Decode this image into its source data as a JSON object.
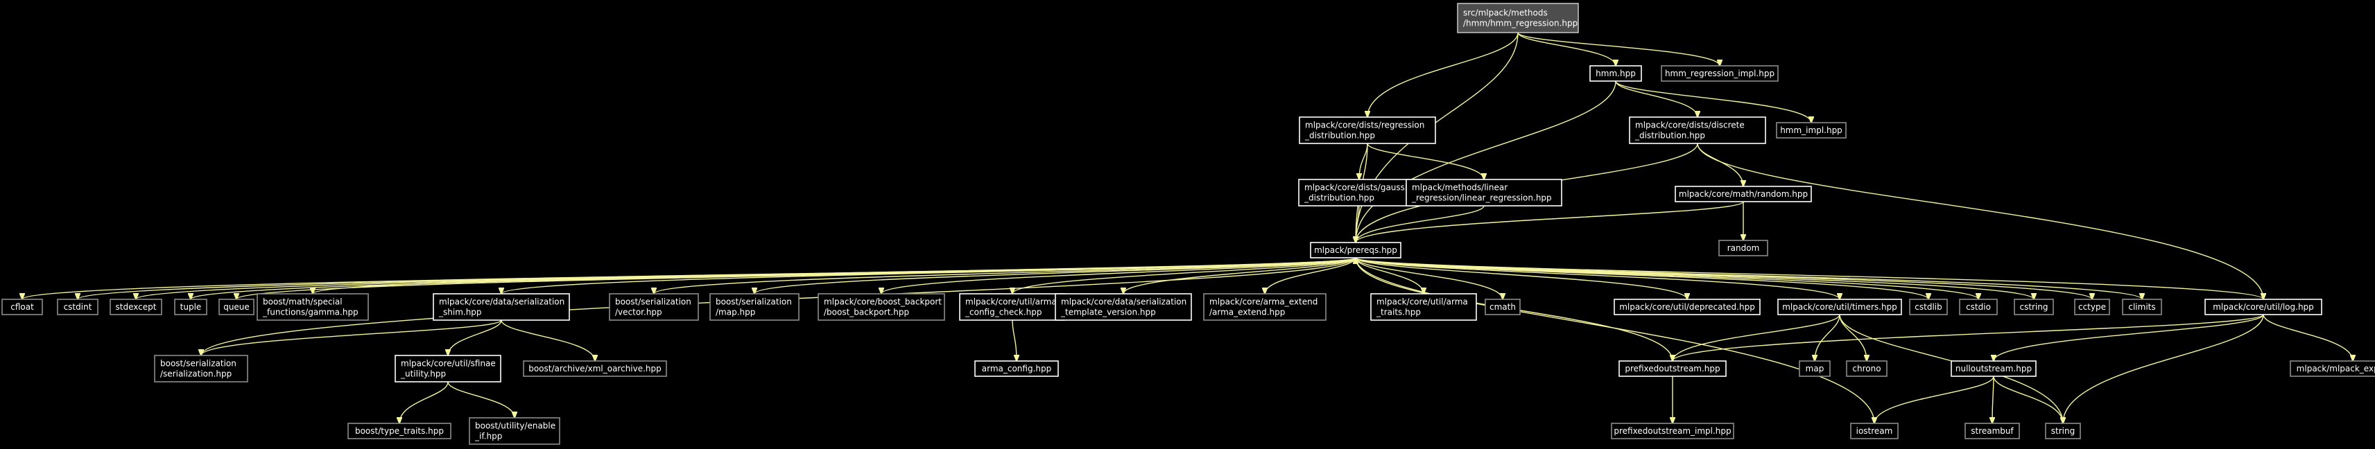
{
  "colors": {
    "background": "#000000",
    "edge": "#f5f5a0",
    "node_border": "#ffffff",
    "node_border_external": "#8c8c8c",
    "root_fill": "#4d4d4d"
  },
  "nodes": [
    {
      "id": "root",
      "lines": [
        "src/mlpack/methods",
        "/hmm/hmm_regression.hpp"
      ],
      "style": "hl"
    },
    {
      "id": "hmm",
      "lines": [
        "hmm.hpp"
      ],
      "style": "bx"
    },
    {
      "id": "hmmregimpl",
      "lines": [
        "hmm_regression_impl.hpp"
      ],
      "style": "gr"
    },
    {
      "id": "regdist",
      "lines": [
        "mlpack/core/dists/regression",
        "_distribution.hpp"
      ],
      "style": "bx"
    },
    {
      "id": "discdist",
      "lines": [
        "mlpack/core/dists/discrete",
        "_distribution.hpp"
      ],
      "style": "bx"
    },
    {
      "id": "hmmimpl",
      "lines": [
        "hmm_impl.hpp"
      ],
      "style": "gr"
    },
    {
      "id": "gaussdist",
      "lines": [
        "mlpack/core/dists/gaussian",
        "_distribution.hpp"
      ],
      "style": "bx"
    },
    {
      "id": "linreg",
      "lines": [
        "mlpack/methods/linear",
        "_regression/linear_regression.hpp"
      ],
      "style": "bx"
    },
    {
      "id": "random_hpp",
      "lines": [
        "mlpack/core/math/random.hpp"
      ],
      "style": "bx"
    },
    {
      "id": "random",
      "lines": [
        "random"
      ],
      "style": "gr"
    },
    {
      "id": "prereqs",
      "lines": [
        "mlpack/prereqs.hpp"
      ],
      "style": "bx"
    },
    {
      "id": "cfloat",
      "lines": [
        "cfloat"
      ],
      "style": "gr"
    },
    {
      "id": "cstdint",
      "lines": [
        "cstdint"
      ],
      "style": "gr"
    },
    {
      "id": "stdexcept",
      "lines": [
        "stdexcept"
      ],
      "style": "gr"
    },
    {
      "id": "tuple",
      "lines": [
        "tuple"
      ],
      "style": "gr"
    },
    {
      "id": "queue",
      "lines": [
        "queue"
      ],
      "style": "gr"
    },
    {
      "id": "gamma",
      "lines": [
        "boost/math/special",
        "_functions/gamma.hpp"
      ],
      "style": "gr"
    },
    {
      "id": "sershim",
      "lines": [
        "mlpack/core/data/serialization",
        "_shim.hpp"
      ],
      "style": "bx"
    },
    {
      "id": "bvector",
      "lines": [
        "boost/serialization",
        "/vector.hpp"
      ],
      "style": "gr"
    },
    {
      "id": "bmap",
      "lines": [
        "boost/serialization",
        "/map.hpp"
      ],
      "style": "gr"
    },
    {
      "id": "backport",
      "lines": [
        "mlpack/core/boost_backport",
        "/boost_backport.hpp"
      ],
      "style": "gr"
    },
    {
      "id": "armacheck",
      "lines": [
        "mlpack/core/util/arma",
        "_config_check.hpp"
      ],
      "style": "bx"
    },
    {
      "id": "sertemplate",
      "lines": [
        "mlpack/core/data/serialization",
        "_template_version.hpp"
      ],
      "style": "bx"
    },
    {
      "id": "armaextend",
      "lines": [
        "mlpack/core/arma_extend",
        "/arma_extend.hpp"
      ],
      "style": "gr"
    },
    {
      "id": "armatraits",
      "lines": [
        "mlpack/core/util/arma",
        "_traits.hpp"
      ],
      "style": "bx"
    },
    {
      "id": "cmath",
      "lines": [
        "cmath"
      ],
      "style": "gr"
    },
    {
      "id": "deprecated",
      "lines": [
        "mlpack/core/util/deprecated.hpp"
      ],
      "style": "bx"
    },
    {
      "id": "timers",
      "lines": [
        "mlpack/core/util/timers.hpp"
      ],
      "style": "bx"
    },
    {
      "id": "cstdlib",
      "lines": [
        "cstdlib"
      ],
      "style": "gr"
    },
    {
      "id": "cstdio",
      "lines": [
        "cstdio"
      ],
      "style": "gr"
    },
    {
      "id": "cstring",
      "lines": [
        "cstring"
      ],
      "style": "gr"
    },
    {
      "id": "cctype",
      "lines": [
        "cctype"
      ],
      "style": "gr"
    },
    {
      "id": "climits",
      "lines": [
        "climits"
      ],
      "style": "gr"
    },
    {
      "id": "log",
      "lines": [
        "mlpack/core/util/log.hpp"
      ],
      "style": "bx"
    },
    {
      "id": "bserial",
      "lines": [
        "boost/serialization",
        "/serialization.hpp"
      ],
      "style": "gr"
    },
    {
      "id": "sfinae",
      "lines": [
        "mlpack/core/util/sfinae",
        "_utility.hpp"
      ],
      "style": "bx"
    },
    {
      "id": "xmloarch",
      "lines": [
        "boost/archive/xml_oarchive.hpp"
      ],
      "style": "gr"
    },
    {
      "id": "armaconfig",
      "lines": [
        "arma_config.hpp"
      ],
      "style": "bx"
    },
    {
      "id": "prefixed",
      "lines": [
        "prefixedoutstream.hpp"
      ],
      "style": "bx"
    },
    {
      "id": "map",
      "lines": [
        "map"
      ],
      "style": "gr"
    },
    {
      "id": "chrono",
      "lines": [
        "chrono"
      ],
      "style": "gr"
    },
    {
      "id": "nullout",
      "lines": [
        "nulloutstream.hpp"
      ],
      "style": "bx"
    },
    {
      "id": "export",
      "lines": [
        "mlpack/mlpack_export.hpp"
      ],
      "style": "gr"
    },
    {
      "id": "typetraits",
      "lines": [
        "boost/type_traits.hpp"
      ],
      "style": "gr"
    },
    {
      "id": "enableif",
      "lines": [
        "boost/utility/enable",
        "_if.hpp"
      ],
      "style": "gr"
    },
    {
      "id": "prefixedimpl",
      "lines": [
        "prefixedoutstream_impl.hpp"
      ],
      "style": "gr"
    },
    {
      "id": "iostream",
      "lines": [
        "iostream"
      ],
      "style": "gr"
    },
    {
      "id": "streambuf",
      "lines": [
        "streambuf"
      ],
      "style": "gr"
    },
    {
      "id": "string",
      "lines": [
        "string"
      ],
      "style": "gr"
    }
  ],
  "edges": [
    [
      "root",
      "hmm"
    ],
    [
      "root",
      "hmmregimpl"
    ],
    [
      "root",
      "regdist"
    ],
    [
      "root",
      "prereqs"
    ],
    [
      "hmm",
      "discdist"
    ],
    [
      "hmm",
      "hmmimpl"
    ],
    [
      "hmm",
      "prereqs"
    ],
    [
      "regdist",
      "gaussdist"
    ],
    [
      "regdist",
      "linreg"
    ],
    [
      "regdist",
      "prereqs"
    ],
    [
      "discdist",
      "random_hpp"
    ],
    [
      "discdist",
      "prereqs"
    ],
    [
      "discdist",
      "log"
    ],
    [
      "gaussdist",
      "prereqs"
    ],
    [
      "linreg",
      "prereqs"
    ],
    [
      "random_hpp",
      "random"
    ],
    [
      "random_hpp",
      "prereqs"
    ],
    [
      "prereqs",
      "cfloat"
    ],
    [
      "prereqs",
      "cstdint"
    ],
    [
      "prereqs",
      "stdexcept"
    ],
    [
      "prereqs",
      "tuple"
    ],
    [
      "prereqs",
      "queue"
    ],
    [
      "prereqs",
      "gamma"
    ],
    [
      "prereqs",
      "sershim"
    ],
    [
      "prereqs",
      "bvector"
    ],
    [
      "prereqs",
      "bmap"
    ],
    [
      "prereqs",
      "backport"
    ],
    [
      "prereqs",
      "armacheck"
    ],
    [
      "prereqs",
      "sertemplate"
    ],
    [
      "prereqs",
      "armaextend"
    ],
    [
      "prereqs",
      "armatraits"
    ],
    [
      "prereqs",
      "cmath"
    ],
    [
      "prereqs",
      "deprecated"
    ],
    [
      "prereqs",
      "timers"
    ],
    [
      "prereqs",
      "cstdlib"
    ],
    [
      "prereqs",
      "cstdio"
    ],
    [
      "prereqs",
      "cstring"
    ],
    [
      "prereqs",
      "cctype"
    ],
    [
      "prereqs",
      "climits"
    ],
    [
      "prereqs",
      "log"
    ],
    [
      "prereqs",
      "bserial"
    ],
    [
      "prereqs",
      "iostream"
    ],
    [
      "sershim",
      "bserial"
    ],
    [
      "sershim",
      "sfinae"
    ],
    [
      "sershim",
      "xmloarch"
    ],
    [
      "sfinae",
      "typetraits"
    ],
    [
      "sfinae",
      "enableif"
    ],
    [
      "armacheck",
      "armaconfig"
    ],
    [
      "timers",
      "map"
    ],
    [
      "timers",
      "chrono"
    ],
    [
      "timers",
      "string"
    ],
    [
      "timers",
      "prefixed"
    ],
    [
      "log",
      "prefixed"
    ],
    [
      "log",
      "nullout"
    ],
    [
      "log",
      "export"
    ],
    [
      "log",
      "string"
    ],
    [
      "prefixed",
      "prefixedimpl"
    ],
    [
      "prefixed",
      "prereqs"
    ],
    [
      "nullout",
      "iostream"
    ],
    [
      "nullout",
      "streambuf"
    ],
    [
      "nullout",
      "string"
    ]
  ]
}
